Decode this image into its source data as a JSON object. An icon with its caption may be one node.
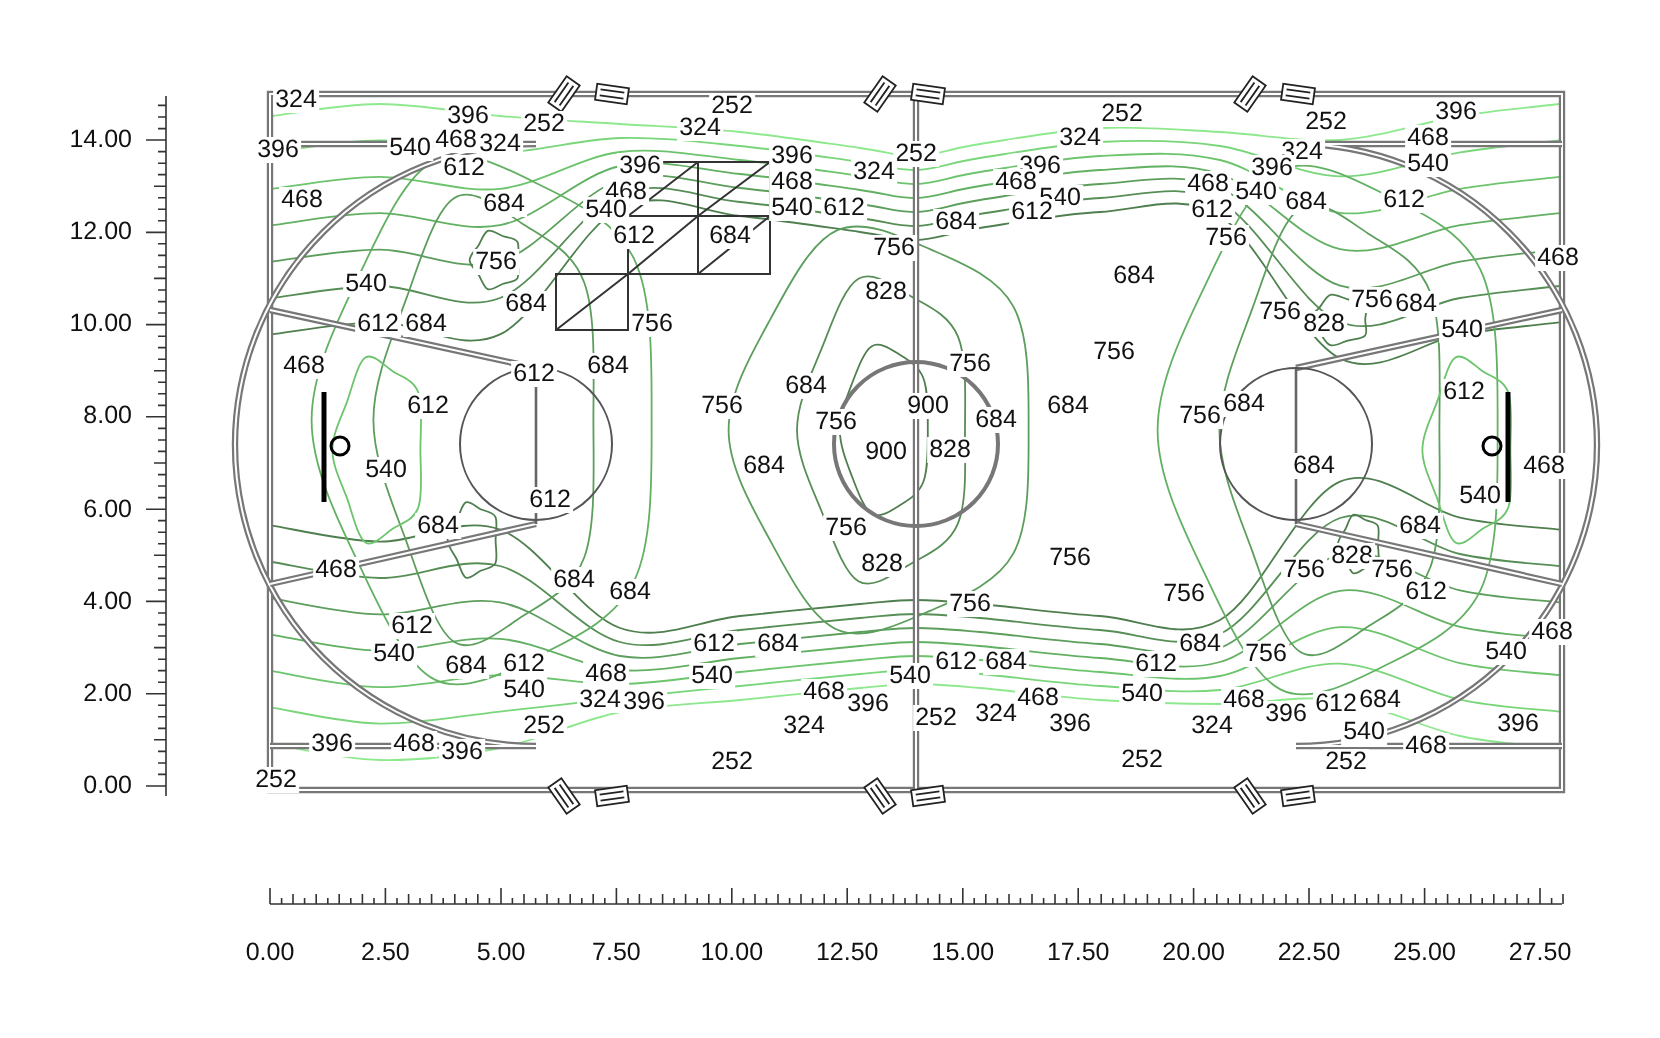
{
  "diagram": {
    "labels": [
      "14.00",
      "12.00",
      "10.00",
      "8.00",
      "6.00",
      "4.00",
      "2.00",
      "0.00",
      "324",
      "252",
      "252",
      "396",
      "396",
      "252",
      "324",
      "468",
      "252",
      "324",
      "324",
      "468",
      "540",
      "396",
      "324",
      "252",
      "612",
      "540",
      "396",
      "396",
      "396",
      "324",
      "396",
      "468",
      "468",
      "468",
      "540",
      "540",
      "468",
      "540",
      "468",
      "612",
      "612",
      "612",
      "684",
      "684",
      "540",
      "612",
      "684",
      "756",
      "612",
      "684",
      "756",
      "468",
      "756",
      "684",
      "540",
      "828",
      "684",
      "756",
      "684",
      "756",
      "828",
      "612",
      "684",
      "756",
      "540",
      "756",
      "756",
      "468",
      "684",
      "612",
      "684",
      "612",
      "612",
      "756",
      "900",
      "684",
      "684",
      "756",
      "756",
      "684",
      "828",
      "900",
      "684",
      "684",
      "468",
      "540",
      "540",
      "612",
      "684",
      "684",
      "756",
      "828",
      "756",
      "828",
      "468",
      "756",
      "756",
      "684",
      "684",
      "612",
      "756",
      "756",
      "612",
      "468",
      "612",
      "684",
      "684",
      "540",
      "540",
      "756",
      "612",
      "684",
      "612",
      "684",
      "612",
      "540",
      "468",
      "540",
      "540",
      "468",
      "540",
      "324",
      "396",
      "468",
      "468",
      "396",
      "684",
      "612",
      "324",
      "396",
      "252",
      "396",
      "396",
      "252",
      "324",
      "324",
      "540",
      "396",
      "468",
      "468",
      "396",
      "252",
      "252",
      "252",
      "252",
      "0.00",
      "2.50",
      "5.00",
      "7.50",
      "10.00",
      "12.50",
      "15.00",
      "17.50",
      "20.00",
      "22.50",
      "25.00",
      "27.50"
    ]
  }
}
